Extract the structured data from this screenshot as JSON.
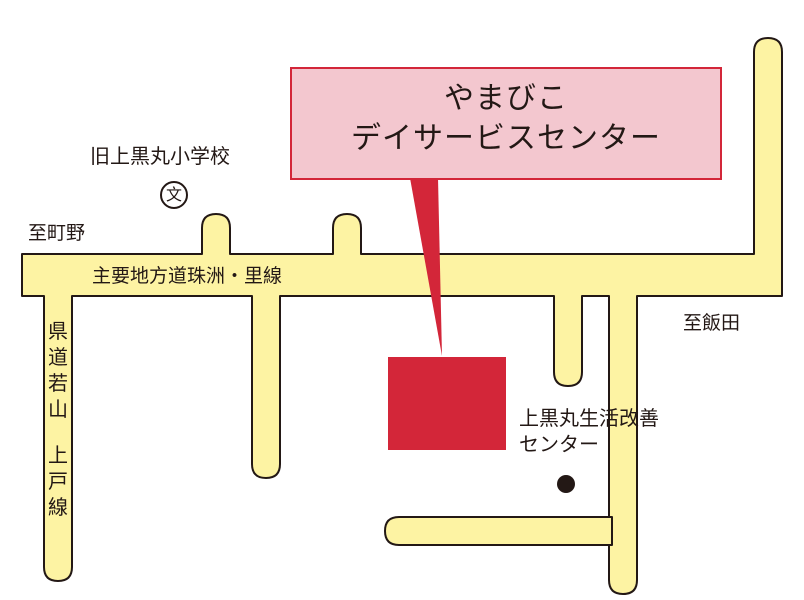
{
  "facility": {
    "name_line1": "やまびこ",
    "name_line2": "デイサービスセンター"
  },
  "labels": {
    "old_school": "旧上黒丸小学校",
    "school_symbol": "文",
    "to_machino": "至町野",
    "main_road": "主要地方道珠洲・里線",
    "to_iida": "至飯田",
    "prefectural_road_chars": [
      "県",
      "道",
      "若",
      "山",
      "",
      "上",
      "戸",
      "線"
    ],
    "life_center_line1": "上黒丸生活改善",
    "life_center_line2": "センター"
  },
  "colors": {
    "road_fill": "#fdf3a3",
    "road_outline": "#231815",
    "callout_fill": "#f3c7cf",
    "callout_border": "#d32639",
    "facility_marker": "#d32639",
    "text": "#231815"
  }
}
